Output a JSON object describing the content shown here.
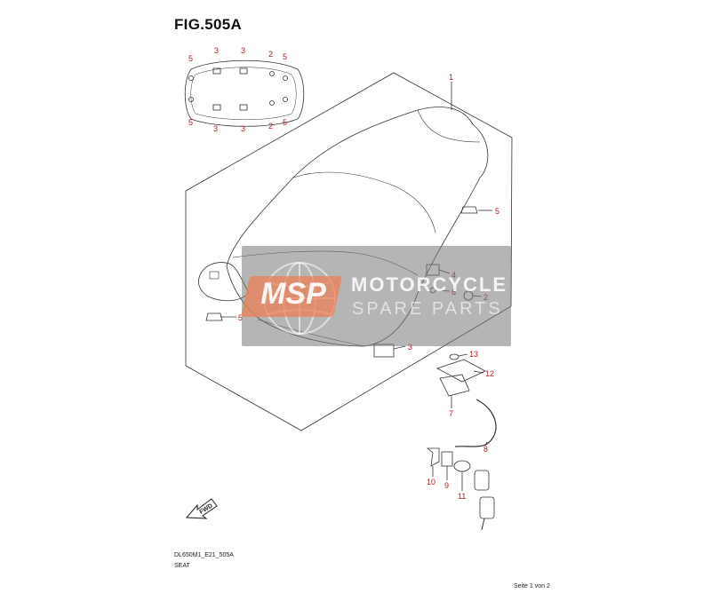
{
  "figure": {
    "title": "FIG.505A",
    "code": "DL650M1_E21_505A",
    "name": "SEAT",
    "page": "Seite 1 von 2",
    "fwd": "FWD"
  },
  "watermark": {
    "badge": "MSP",
    "line1": "MOTORCYCLE",
    "line2": "SPARE PARTS"
  },
  "callouts": {
    "c1": "1",
    "c2": "2",
    "c3": "3",
    "c4": "4",
    "c5": "5",
    "c6": "6",
    "c7": "7",
    "c8": "8",
    "c9": "9",
    "c10": "10",
    "c11": "11",
    "c12": "12",
    "c13": "13"
  },
  "inset_labels": {
    "tl5": "5",
    "t3a": "3",
    "t3b": "3",
    "t2": "2",
    "tr5": "5",
    "bl5": "5",
    "b3a": "3",
    "b3b": "3",
    "b2": "2",
    "br5": "5"
  },
  "colors": {
    "label": "#b02020",
    "line": "#333333",
    "watermark_bg": "#787878",
    "watermark_badge": "#ec8058"
  }
}
